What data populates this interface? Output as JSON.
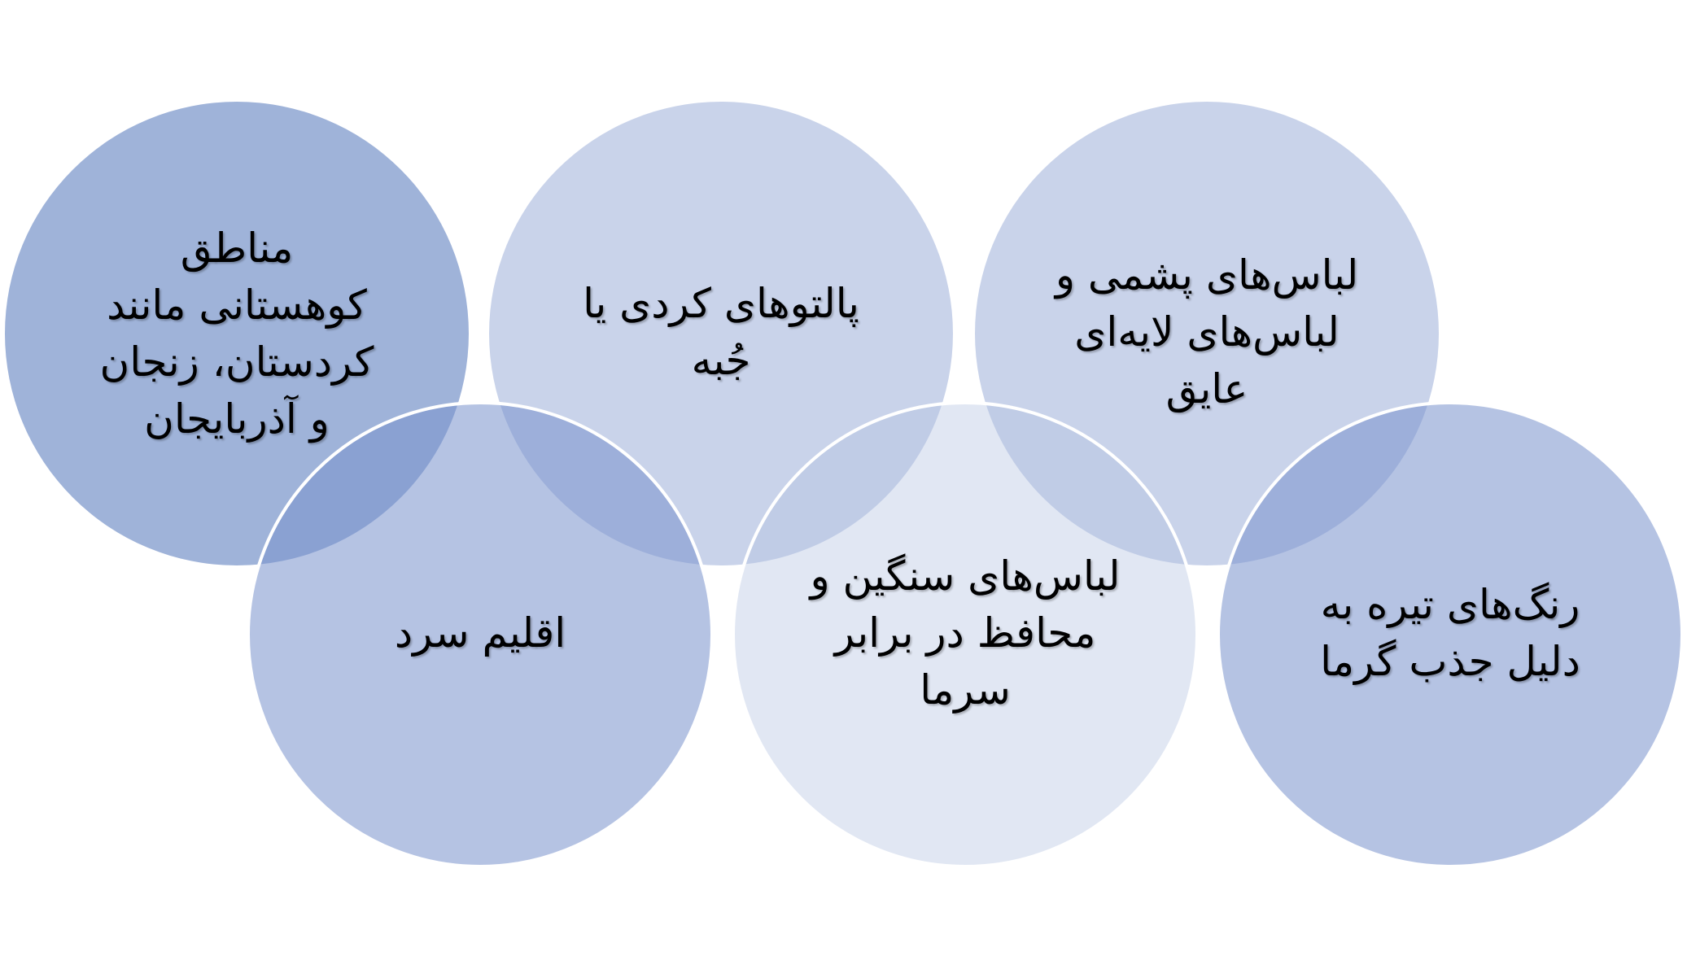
{
  "circles": [
    {
      "id": "mountain-regions",
      "text": "مناطق کوهستانی مانند کردستان، زنجان و آذربایجان",
      "color": "#9fb3d9"
    },
    {
      "id": "kurdish-coats",
      "text": "پالتوهای کردی یا جُبه",
      "color": "#c9d3ea"
    },
    {
      "id": "wool-clothes",
      "text": "لباس‌های پشمی و لباس‌های لایه‌ای عایق",
      "color": "#c9d3ea"
    },
    {
      "id": "cold-climate",
      "text": "اقلیم سرد",
      "color": "#b3c3e3"
    },
    {
      "id": "heavy-clothes",
      "text": "لباس‌های سنگین و محافظ در برابر سرما",
      "color": "#e0e6f2"
    },
    {
      "id": "dark-colors",
      "text": "رنگ‌های تیره به دلیل جذب گرما",
      "color": "#b3c3e3"
    }
  ]
}
